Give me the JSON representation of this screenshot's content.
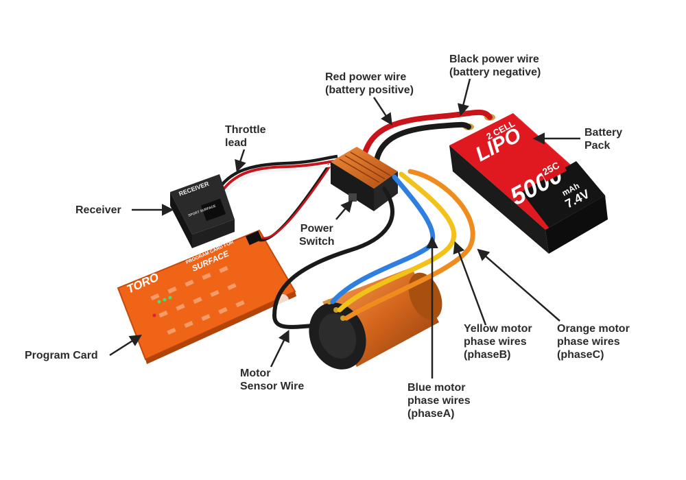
{
  "labels": {
    "black_power_wire": [
      "Black power wire",
      "(battery negative)"
    ],
    "red_power_wire": [
      "Red power wire",
      "(battery positive)"
    ],
    "throttle_lead": [
      "Throttle",
      "lead"
    ],
    "battery_pack": [
      "Battery",
      "Pack"
    ],
    "receiver": [
      "Receiver"
    ],
    "power_switch": [
      "Power",
      "Switch"
    ],
    "program_card": [
      "Program Card"
    ],
    "motor_sensor_wire": [
      "Motor",
      "Sensor Wire"
    ],
    "yellow_phase": [
      "Yellow motor",
      "phase wires",
      "(phaseB)"
    ],
    "orange_phase": [
      "Orange motor",
      "phase wires",
      "(phaseC)"
    ],
    "blue_phase": [
      "Blue motor",
      "phase wires",
      "(phaseA)"
    ]
  },
  "battery": {
    "cells": "2 CELL",
    "chem": "LIPO",
    "capacity": "5000",
    "unit": "mAh",
    "c_rating": "25C",
    "voltage": "7.4V"
  },
  "receiver_unit": {
    "title": "RECEIVER",
    "subtitle": "SPORT SURFACE"
  },
  "card": {
    "brand": "TORO",
    "heading": "PROGRAM CARD FOR",
    "product": "SURFACE"
  },
  "colors": {
    "red_wire": "#c8141a",
    "black_wire": "#1a1a1a",
    "blue_wire": "#2f7fe0",
    "yellow_wire": "#f2c21a",
    "orange_wire": "#f08c1e",
    "esc_orange": "#d9681a",
    "card_orange": "#f06418",
    "battery_red": "#d8141c"
  },
  "icons": {
    "arrow": "arrow-icon"
  }
}
